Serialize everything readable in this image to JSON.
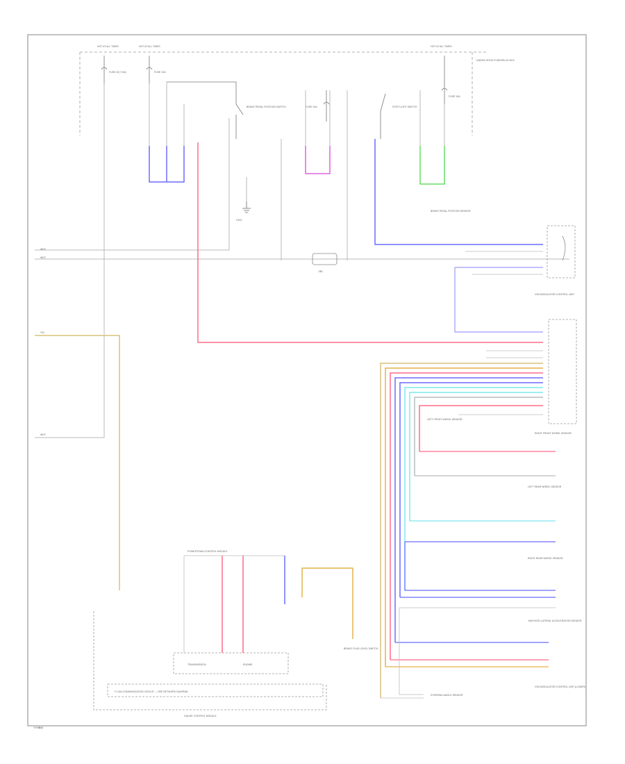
{
  "diagram_code": "Y7HBM",
  "colors": {
    "blue": "#6b6bff",
    "pink": "#ff6b88",
    "magenta": "#e060e0",
    "green": "#66dd66",
    "yellow": "#d9c27a",
    "orange": "#e2b24a",
    "cyan": "#7fe8ee",
    "gray": "#b8b8b8"
  },
  "labels": {
    "fuse_top_left": "HOT AT ALL TIMES",
    "fuse_top_mid": "HOT AT ALL TIMES",
    "fuse_top_right": "HOT AT ALL TIMES",
    "fuse_box_note": "UNDER-HOOD FUSE/RELAY BOX",
    "fuse_1": "FUSE 40 (7.5A)",
    "fuse_2": "FUSE 10A",
    "fuse_3": "FUSE 15A",
    "fuse_4": "FUSE 10A",
    "switch_1": "BRAKE PEDAL POSITION SWITCH",
    "switch_2": "STOP LIGHT SWITCH",
    "grounds_note": "G201",
    "junction": "J/B1",
    "right_sensor_top": "BRAKE PEDAL POSITION SENSOR",
    "right_pump": "VSA MODULATOR-CONTROL UNIT",
    "right_sensor_mid": "LEFT FRONT WHEEL SENSOR",
    "right_sensor_2": "RIGHT FRONT WHEEL SENSOR",
    "right_sensor_3": "LEFT REAR WHEEL SENSOR",
    "right_sensor_4": "RIGHT REAR WHEEL SENSOR",
    "right_sensor_5": "YAW RATE-LATERAL ACCELERATION SENSOR",
    "lower_right_1": "STEERING ANGLE SENSOR",
    "lower_right_2": "VSA MODULATOR-CONTROL UNIT (LOWER)",
    "oil_sensor": "BRAKE FLUID LEVEL SWITCH",
    "bottom_box_1": "POWERTRAIN CONTROL MODULE",
    "bottom_box_2": "TRANSMISSION",
    "bottom_box_3": "ENGINE",
    "bottom_strip": "F-CAN COMMUNICATION CIRCUIT — SEE NETWORK DIAGRAM",
    "gauge_label": "GAUGE CONTROL MODULE",
    "left_wire_1": "WHT",
    "left_wire_2": "WHT",
    "left_wire_3": "YEL",
    "left_wire_4": "WHT"
  }
}
